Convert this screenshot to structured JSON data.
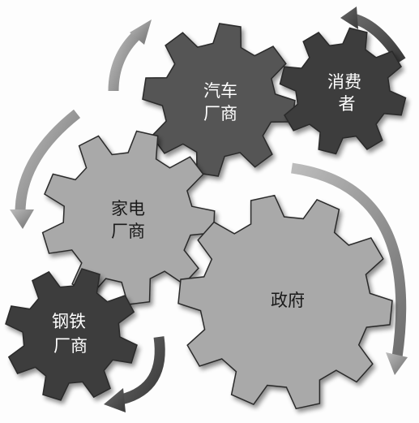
{
  "gears": [
    {
      "id": "car-makers",
      "line1": "汽车",
      "line2": "厂商"
    },
    {
      "id": "consumers",
      "line1": "消费",
      "line2": "者"
    },
    {
      "id": "appliance-makers",
      "line1": "家电",
      "line2": "厂商"
    },
    {
      "id": "government",
      "line1": "政府",
      "line2": ""
    },
    {
      "id": "steel-makers",
      "line1": "钢铁",
      "line2": "厂商"
    }
  ],
  "colors": {
    "dark_gear": "#3c3c3c",
    "mid_gear": "#555555",
    "light_gear": "#a9a9a9",
    "arrow": "#8a8a8a",
    "background": "#fdfdfd"
  }
}
